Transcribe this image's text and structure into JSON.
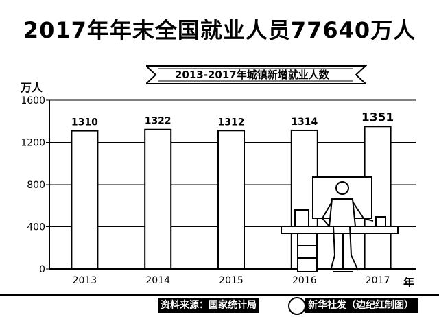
{
  "header": {
    "title": "2017年年末全国就业人员77640万人",
    "ribbon_text": "2013-2017年城镇新增就业人数"
  },
  "footer": {
    "source": "资料来源：国家统计局",
    "credit": "新华社发（边纪红制图）"
  },
  "chart_data": {
    "type": "bar",
    "categories": [
      "2013",
      "2014",
      "2015",
      "2016",
      "2017"
    ],
    "values": [
      1310,
      1322,
      1312,
      1314,
      1351
    ],
    "data_labels": [
      "1310",
      "1322",
      "1312",
      "1314",
      "1351"
    ],
    "y_ticks": [
      "0",
      "400",
      "800",
      "1200",
      "1600"
    ],
    "ylim": [
      0,
      1600
    ],
    "ylabel": "万人",
    "xlabel": "年",
    "grid": true,
    "bar_fill": "#ffffff",
    "bar_stroke": "#000000"
  }
}
